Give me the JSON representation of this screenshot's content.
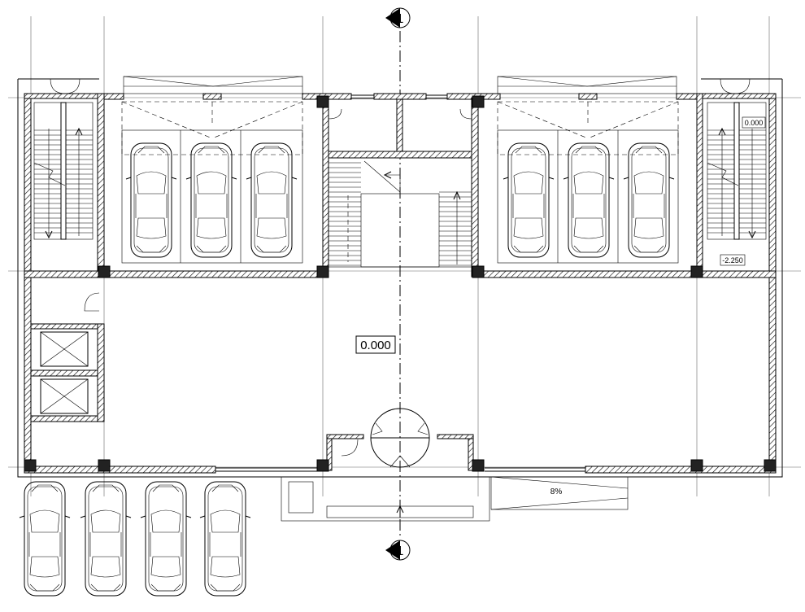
{
  "drawing": {
    "section_marker_top": "1",
    "section_marker_bottom": "1",
    "main_level": "0.000",
    "stair_level_upper": "0.000",
    "stair_level_lower": "-2.250",
    "ramp_slope": "8%"
  }
}
